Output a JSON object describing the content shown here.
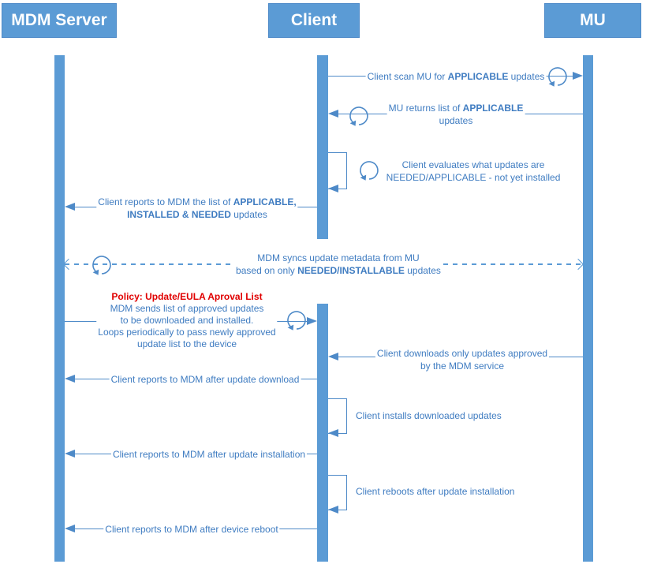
{
  "actors": {
    "mdm": "MDM Server",
    "client": "Client",
    "mu": "MU"
  },
  "colors": {
    "shape_blue": "#5B9BD5",
    "line_blue": "#4E8AC8",
    "text_blue": "#3F7CC1",
    "policy_red": "#E00000"
  },
  "icons": {
    "loop": "loop-arrow-icon"
  },
  "messages": {
    "scan": {
      "pre": "Client scan MU for ",
      "bold": "APPLICABLE",
      "post": " updates"
    },
    "returns": {
      "l1_pre": "MU returns list of ",
      "l1_bold": "APPLICABLE",
      "l2": "updates"
    },
    "evaluates": {
      "l1": "Client evaluates what updates are",
      "l2": "NEEDED/APPLICABLE - not yet installed"
    },
    "report_list": {
      "l1_pre": "Client reports to MDM the list of ",
      "l1_bold": "APPLICABLE,",
      "l2_bold": "INSTALLED & NEEDED",
      "l2_post": " updates"
    },
    "sync": {
      "l1": "MDM syncs update metadata from MU",
      "l2_pre": "based on only ",
      "l2_bold": "NEEDED/INSTALLABLE",
      "l2_post": " updates"
    },
    "policy": {
      "title": "Policy: Update/EULA Aproval List",
      "l1": "MDM sends list of approved updates",
      "l2": "to be downloaded and installed.",
      "l3": "Loops periodically to pass newly approved",
      "l4": "update list to the device"
    },
    "downloads": {
      "l1": "Client downloads only updates approved",
      "l2": "by the MDM service"
    },
    "report_download": {
      "text": "Client reports to MDM after update download"
    },
    "installs": {
      "text": "Client installs downloaded updates"
    },
    "report_install": {
      "text": "Client reports to MDM after update installation"
    },
    "reboots": {
      "text": "Client reboots after update installation"
    },
    "report_reboot": {
      "text": "Client reports to MDM after device reboot"
    }
  }
}
